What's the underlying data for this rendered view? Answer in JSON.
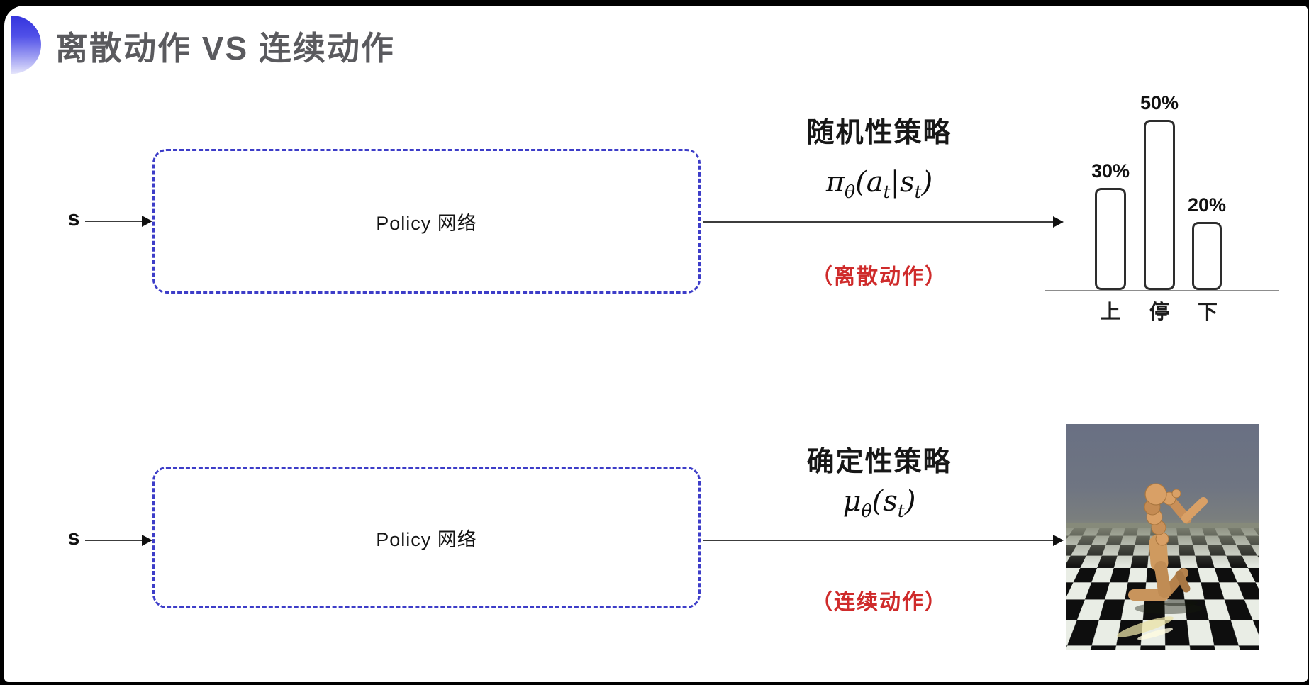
{
  "frame": {
    "background": "#000000",
    "card_background": "#ffffff"
  },
  "title": {
    "text": "离散动作 VS 连续动作",
    "color": "#5a5a5e",
    "icon": "blue-half-circle-bullet"
  },
  "sections": [
    {
      "id": "discrete",
      "input_label": "s",
      "box_label": "Policy 网络",
      "policy_type": "随机性策略",
      "formula_parts": [
        {
          "t": "π",
          "sub": "θ"
        },
        {
          "t": "("
        },
        {
          "t": "a",
          "sub": "t"
        },
        {
          "t": "|"
        },
        {
          "t": "s",
          "sub": "t"
        },
        {
          "t": ")"
        }
      ],
      "action_note": "（离散动作）",
      "note_color": "#cf2b2b"
    },
    {
      "id": "continuous",
      "input_label": "s",
      "box_label": "Policy 网络",
      "policy_type": "确定性策略",
      "formula_parts": [
        {
          "t": "μ",
          "sub": "θ"
        },
        {
          "t": "("
        },
        {
          "t": "s",
          "sub": "t"
        },
        {
          "t": ")"
        }
      ],
      "action_note": "（连续动作）",
      "note_color": "#cf2b2b"
    }
  ],
  "chart_data": {
    "type": "bar",
    "categories": [
      "上",
      "停",
      "下"
    ],
    "values": [
      30,
      50,
      20
    ],
    "labels": [
      "30%",
      "50%",
      "20%"
    ],
    "title": "",
    "xlabel": "",
    "ylabel": "",
    "ylim": [
      0,
      55
    ],
    "grid": false,
    "legend": false,
    "style": "outlined white bars with rounded corners on a plain gray baseline"
  },
  "sim_image": {
    "description": "MuJoCo humanoid robot running on a black-and-white checkerboard floor under a gray sky",
    "sky_top_color": "#697083",
    "horizon_color": "#868a7c",
    "checker_dark": "#0e0e0e",
    "checker_light": "#e9ede5",
    "body_color": "#d59e66"
  }
}
